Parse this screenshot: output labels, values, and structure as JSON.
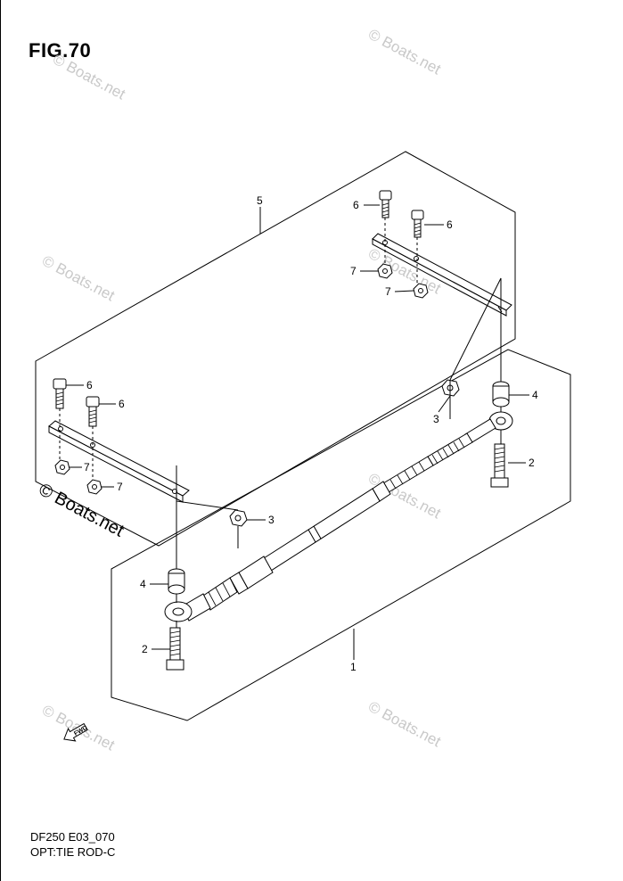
{
  "figure": {
    "title": "FIG.70",
    "code": "DF250 E03_070",
    "name": "OPT:TIE ROD-C"
  },
  "watermark": {
    "text": "© Boats.net"
  },
  "callouts": {
    "c1": "1",
    "c2a": "2",
    "c2b": "2",
    "c3a": "3",
    "c3b": "3",
    "c4a": "4",
    "c4b": "4",
    "c5": "5",
    "c6a": "6",
    "c6b": "6",
    "c6c": "6",
    "c6d": "6",
    "c7a": "7",
    "c7b": "7",
    "c7c": "7",
    "c7d": "7"
  },
  "direction_arrow": {
    "label": "FWD"
  },
  "colors": {
    "line": "#000000",
    "watermark": "#c9c9c9",
    "background": "#ffffff"
  }
}
